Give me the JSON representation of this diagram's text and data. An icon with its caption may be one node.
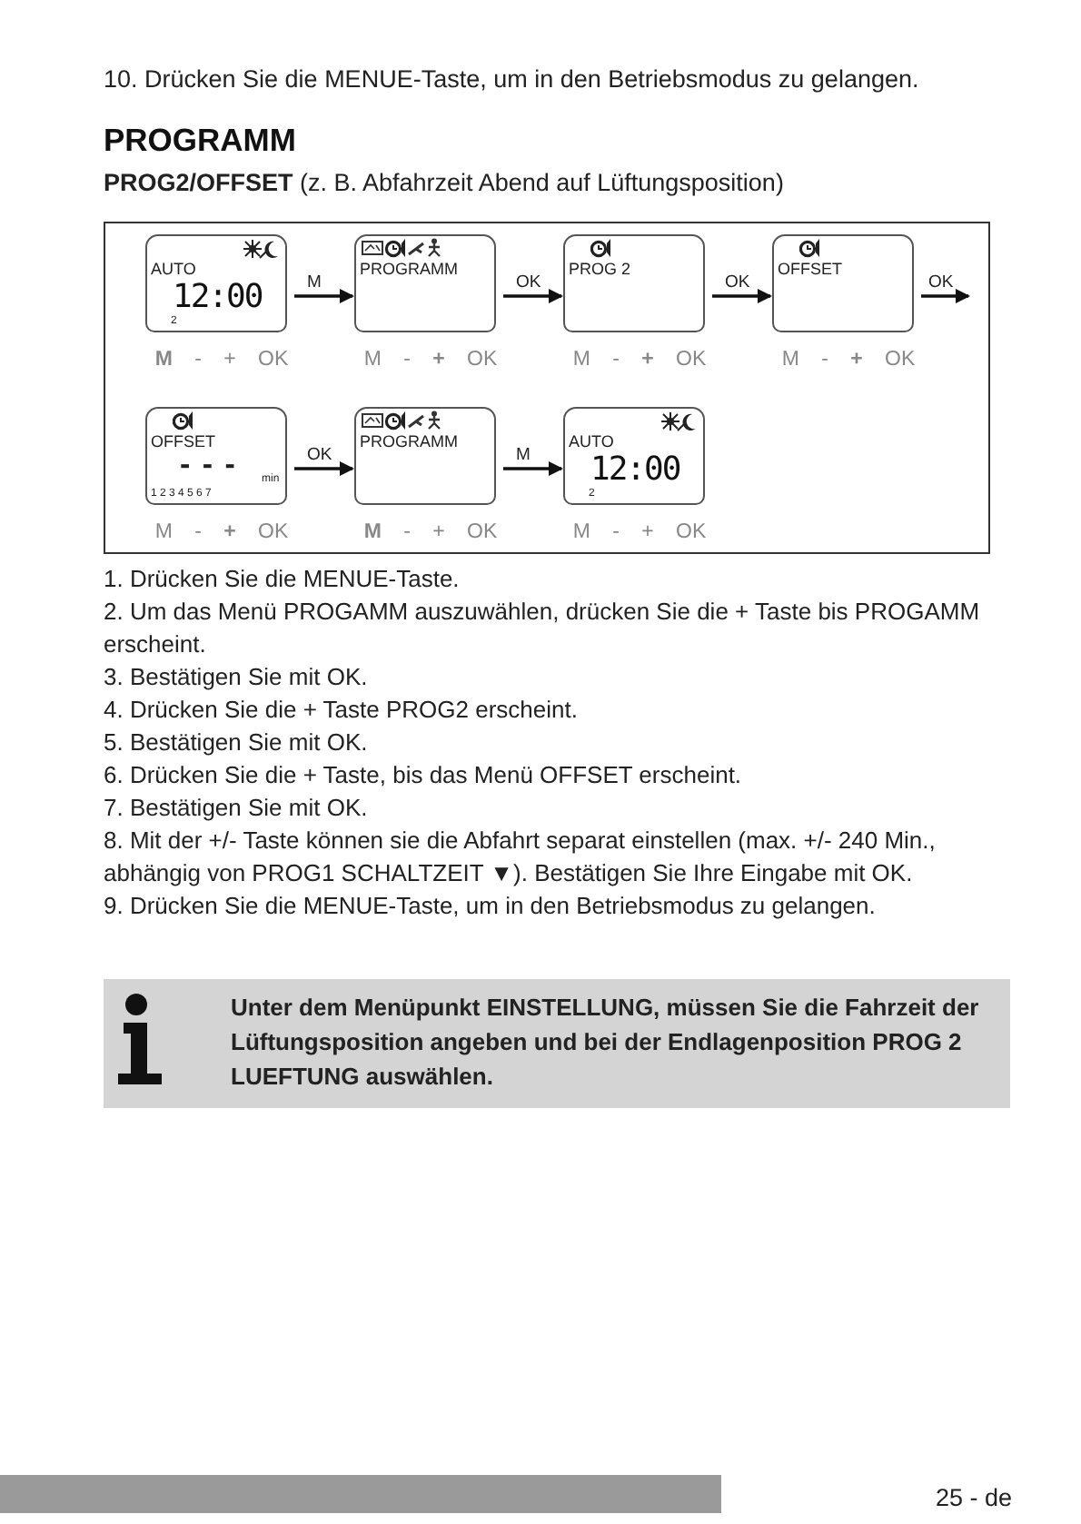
{
  "diagram": {
    "title": "PROGRAMM",
    "nodes": [
      {
        "text": [
          "AUTO",
          "12:00",
          "2"
        ],
        "beside": [
          "**M** - + OK"
        ]
      },
      {
        "text": [
          "PROGRAMM"
        ],
        "beside": [
          "M - **+** OK"
        ]
      },
      {
        "text": [
          "PROG 2"
        ],
        "beside": [
          "M - **+** OK"
        ]
      },
      {
        "text": [
          "OFFSET"
        ],
        "beside": [
          "M - **+** OK"
        ]
      },
      {
        "text": [
          "OFFSET",
          "- - -",
          "1 2 3 4 5 6 7",
          "min"
        ],
        "beside": [
          "M - **+** OK"
        ]
      },
      {
        "text": [
          "PROGRAMM"
        ],
        "beside": [
          "**M** - + OK"
        ]
      },
      {
        "text": [
          "AUTO",
          "12:00",
          "2"
        ],
        "beside": [
          "M - + OK"
        ]
      }
    ],
    "edges": [
      {
        "from": 0,
        "to": 1,
        "arrow": "to",
        "label": "M"
      },
      {
        "from": 1,
        "to": 2,
        "arrow": "to",
        "label": "OK"
      },
      {
        "from": 2,
        "to": 3,
        "arrow": "to",
        "label": "OK"
      },
      {
        "from": 3,
        "to": null,
        "arrow": "to",
        "label": "OK"
      },
      {
        "from": 4,
        "to": 5,
        "arrow": "to",
        "label": "OK"
      },
      {
        "from": 5,
        "to": 6,
        "arrow": "to",
        "label": "M"
      }
    ],
    "labels": [
      "10. Drücken Sie die MENUE-Taste, um in den Betriebsmodus zu gelangen.",
      "**PROG2/OFFSET** (z. B. Abfahrzeit Abend auf Lüftungsposition)",
      "1. Drücken Sie die MENUE-Taste.",
      "2. Um das Menü PROGAMM auszuwählen, drücken Sie die + Taste bis PROGAMM erscheint.",
      "3. Bestätigen Sie mit OK.",
      "4. Drücken Sie die + Taste PROG2 erscheint.",
      "5. Bestätigen Sie mit OK.",
      "6. Drücken Sie die + Taste, bis das Menü OFFSET erscheint.",
      "7. Bestätigen Sie mit OK.",
      "8. Mit der +/- Taste können sie die Abfahrt separat einstellen (max. +/- 240 Min., abhängig von PROG1 SCHALTZEIT ▼). Bestätigen Sie Ihre Eingabe mit OK.",
      "9. Drücken Sie die MENUE-Taste, um in den Betriebsmodus zu gelangen.",
      "Unter dem Menüpunkt EINSTELLUNG, müssen Sie die Fahrzeit der Lüftungsposition angeben und bei der Endlagenposition PROG 2 LUEFTUNG auswählen.",
      "25 - de"
    ]
  }
}
